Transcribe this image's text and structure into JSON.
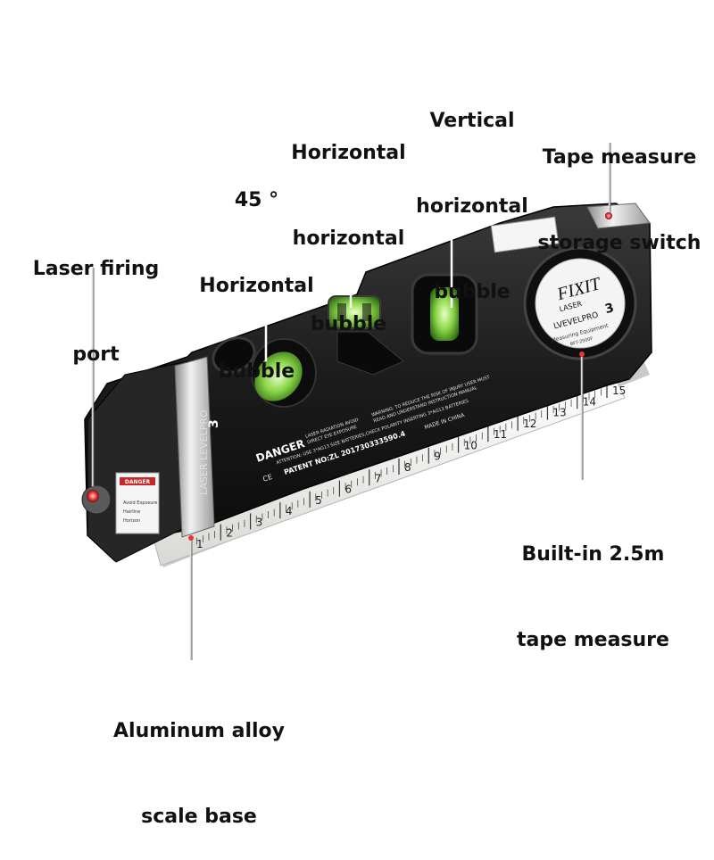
{
  "labels": {
    "laser_port": [
      "Laser firing",
      "port"
    ],
    "bubble_45": [
      "45 °",
      "Horizontal",
      "bubble"
    ],
    "bubble_horizontal": [
      "Horizontal",
      "horizontal",
      "bubble"
    ],
    "bubble_vertical": [
      "Vertical",
      "horizontal",
      "bubble"
    ],
    "tape_switch": [
      "Tape measure",
      "storage switch"
    ],
    "tape_builtin": [
      "Built-in 2.5m",
      "tape measure"
    ],
    "scale_base": [
      "Aluminum alloy",
      "scale base"
    ]
  },
  "device": {
    "brand": "FIXIT",
    "sub_brand": "LASER",
    "model": "LVEVELPRO",
    "model_number": "3",
    "caption": "Measuring Equipment",
    "code": "BFT-2500F",
    "side_model": "LASER LEVELPRO",
    "side_number": "3",
    "danger_title": "DANGER",
    "danger_line1": "LASER RADIATION AVOID",
    "danger_line2": "DIRECT EYE EXPOSURE",
    "warning_line1": "WARNING: TO REDUCE THE RISK OF INJURY USER MUST",
    "warning_line2": "READ AND UNDERSTAND INSTRUCTION MANUAL",
    "attention_line": "ATTENTION: USE 3*AG13 SIZE BATTERIES,CHECK POLARITY INSERTING 3*AG13 BATTERIES",
    "patent": "PATENT NO:ZL 201730333590.4",
    "made_in": "MADE IN CHINA",
    "ce_mark": "CE",
    "front_sticker_title": "DANGER",
    "front_sticker_lines": [
      "Avoid Exposure",
      "Hairline",
      "Horizon"
    ]
  },
  "tape_scale": [
    "1",
    "2",
    "3",
    "4",
    "5",
    "6",
    "7",
    "8",
    "9",
    "10",
    "11",
    "12",
    "13",
    "14",
    "15"
  ],
  "colors": {
    "body": "#1b1b1b",
    "body_highlight": "#3a3a3a",
    "bubble_green": "#8bd64a",
    "tape": "#f2f2ef",
    "danger_red": "#c62828"
  }
}
